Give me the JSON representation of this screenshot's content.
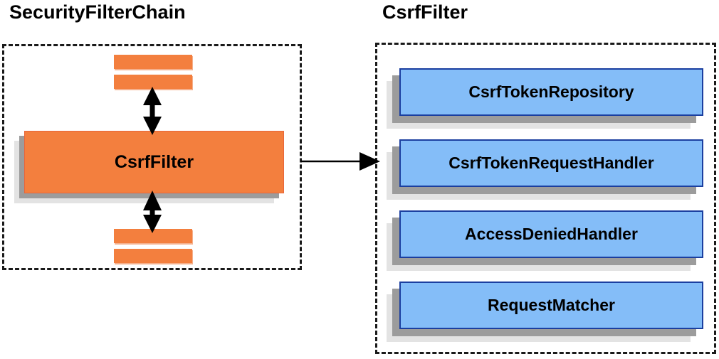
{
  "diagram": {
    "type": "architecture-diagram",
    "background_color": "#ffffff",
    "panels": [
      {
        "id": "security-filter-chain",
        "title": "SecurityFilterChain",
        "border_style": "dashed",
        "border_color": "#1a1a1a",
        "nodes": [
          {
            "label": "",
            "kind": "filter-bar",
            "color": "#f37f3e",
            "position": "top-1"
          },
          {
            "label": "",
            "kind": "filter-bar",
            "color": "#f37f3e",
            "position": "top-2"
          },
          {
            "label": "CsrfFilter",
            "kind": "filter-box",
            "color": "#f37f3e",
            "position": "center"
          },
          {
            "label": "",
            "kind": "filter-bar",
            "color": "#f37f3e",
            "position": "bottom-1"
          },
          {
            "label": "",
            "kind": "filter-bar",
            "color": "#f37f3e",
            "position": "bottom-2"
          }
        ]
      },
      {
        "id": "csrf-filter",
        "title": "CsrfFilter",
        "border_style": "dashed",
        "border_color": "#1a1a1a",
        "nodes": [
          {
            "label": "CsrfTokenRepository",
            "kind": "collaborator-box",
            "color": "#84bdf8"
          },
          {
            "label": "CsrfTokenRequestHandler",
            "kind": "collaborator-box",
            "color": "#84bdf8"
          },
          {
            "label": "AccessDeniedHandler",
            "kind": "collaborator-box",
            "color": "#84bdf8"
          },
          {
            "label": "RequestMatcher",
            "kind": "collaborator-box",
            "color": "#84bdf8"
          }
        ]
      }
    ],
    "connectors": [
      {
        "id": "arrow-up",
        "from": "CsrfFilter",
        "to": "upper-filters",
        "style": "double-headed-vertical",
        "color": "#000000"
      },
      {
        "id": "arrow-down",
        "from": "CsrfFilter",
        "to": "lower-filters",
        "style": "double-headed-vertical",
        "color": "#000000"
      },
      {
        "id": "arrow-expand",
        "from": "SecurityFilterChain",
        "to": "CsrfFilter detail",
        "style": "single-headed-horizontal",
        "color": "#000000"
      }
    ],
    "colors": {
      "orange": "#f37f3e",
      "orange_border": "#e8663a",
      "blue": "#84bdf8",
      "blue_border": "#1b3fa0",
      "shadow_dark": "#9c9c9c",
      "shadow_light": "#e3e3e3",
      "text": "#000000"
    }
  }
}
